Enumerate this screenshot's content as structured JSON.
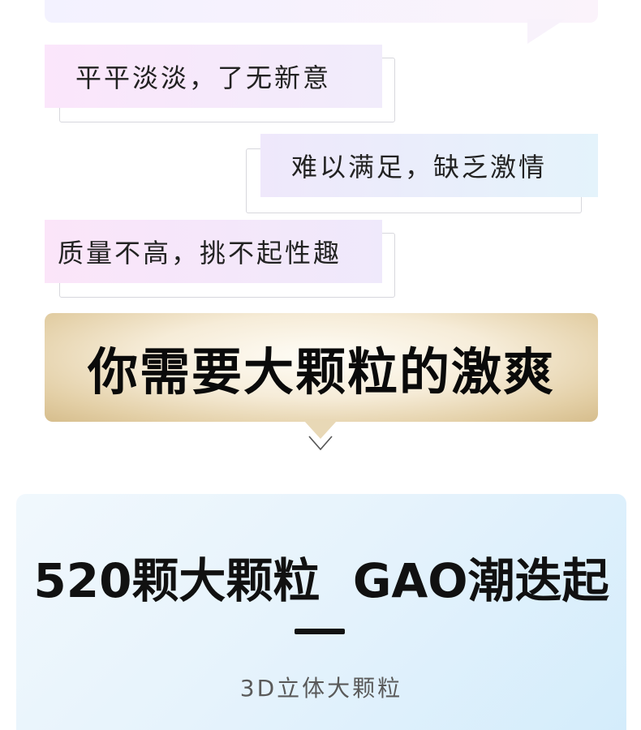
{
  "bubbles": [
    {
      "text": "平平淡淡，了无新意"
    },
    {
      "text": "难以满足，缺乏激情"
    },
    {
      "text": "质量不高，挑不起性趣"
    }
  ],
  "banner": {
    "title": "你需要大颗粒的激爽"
  },
  "feature": {
    "title": "520颗大颗粒  GAO潮迭起",
    "subtitle": "3D立体大颗粒"
  }
}
